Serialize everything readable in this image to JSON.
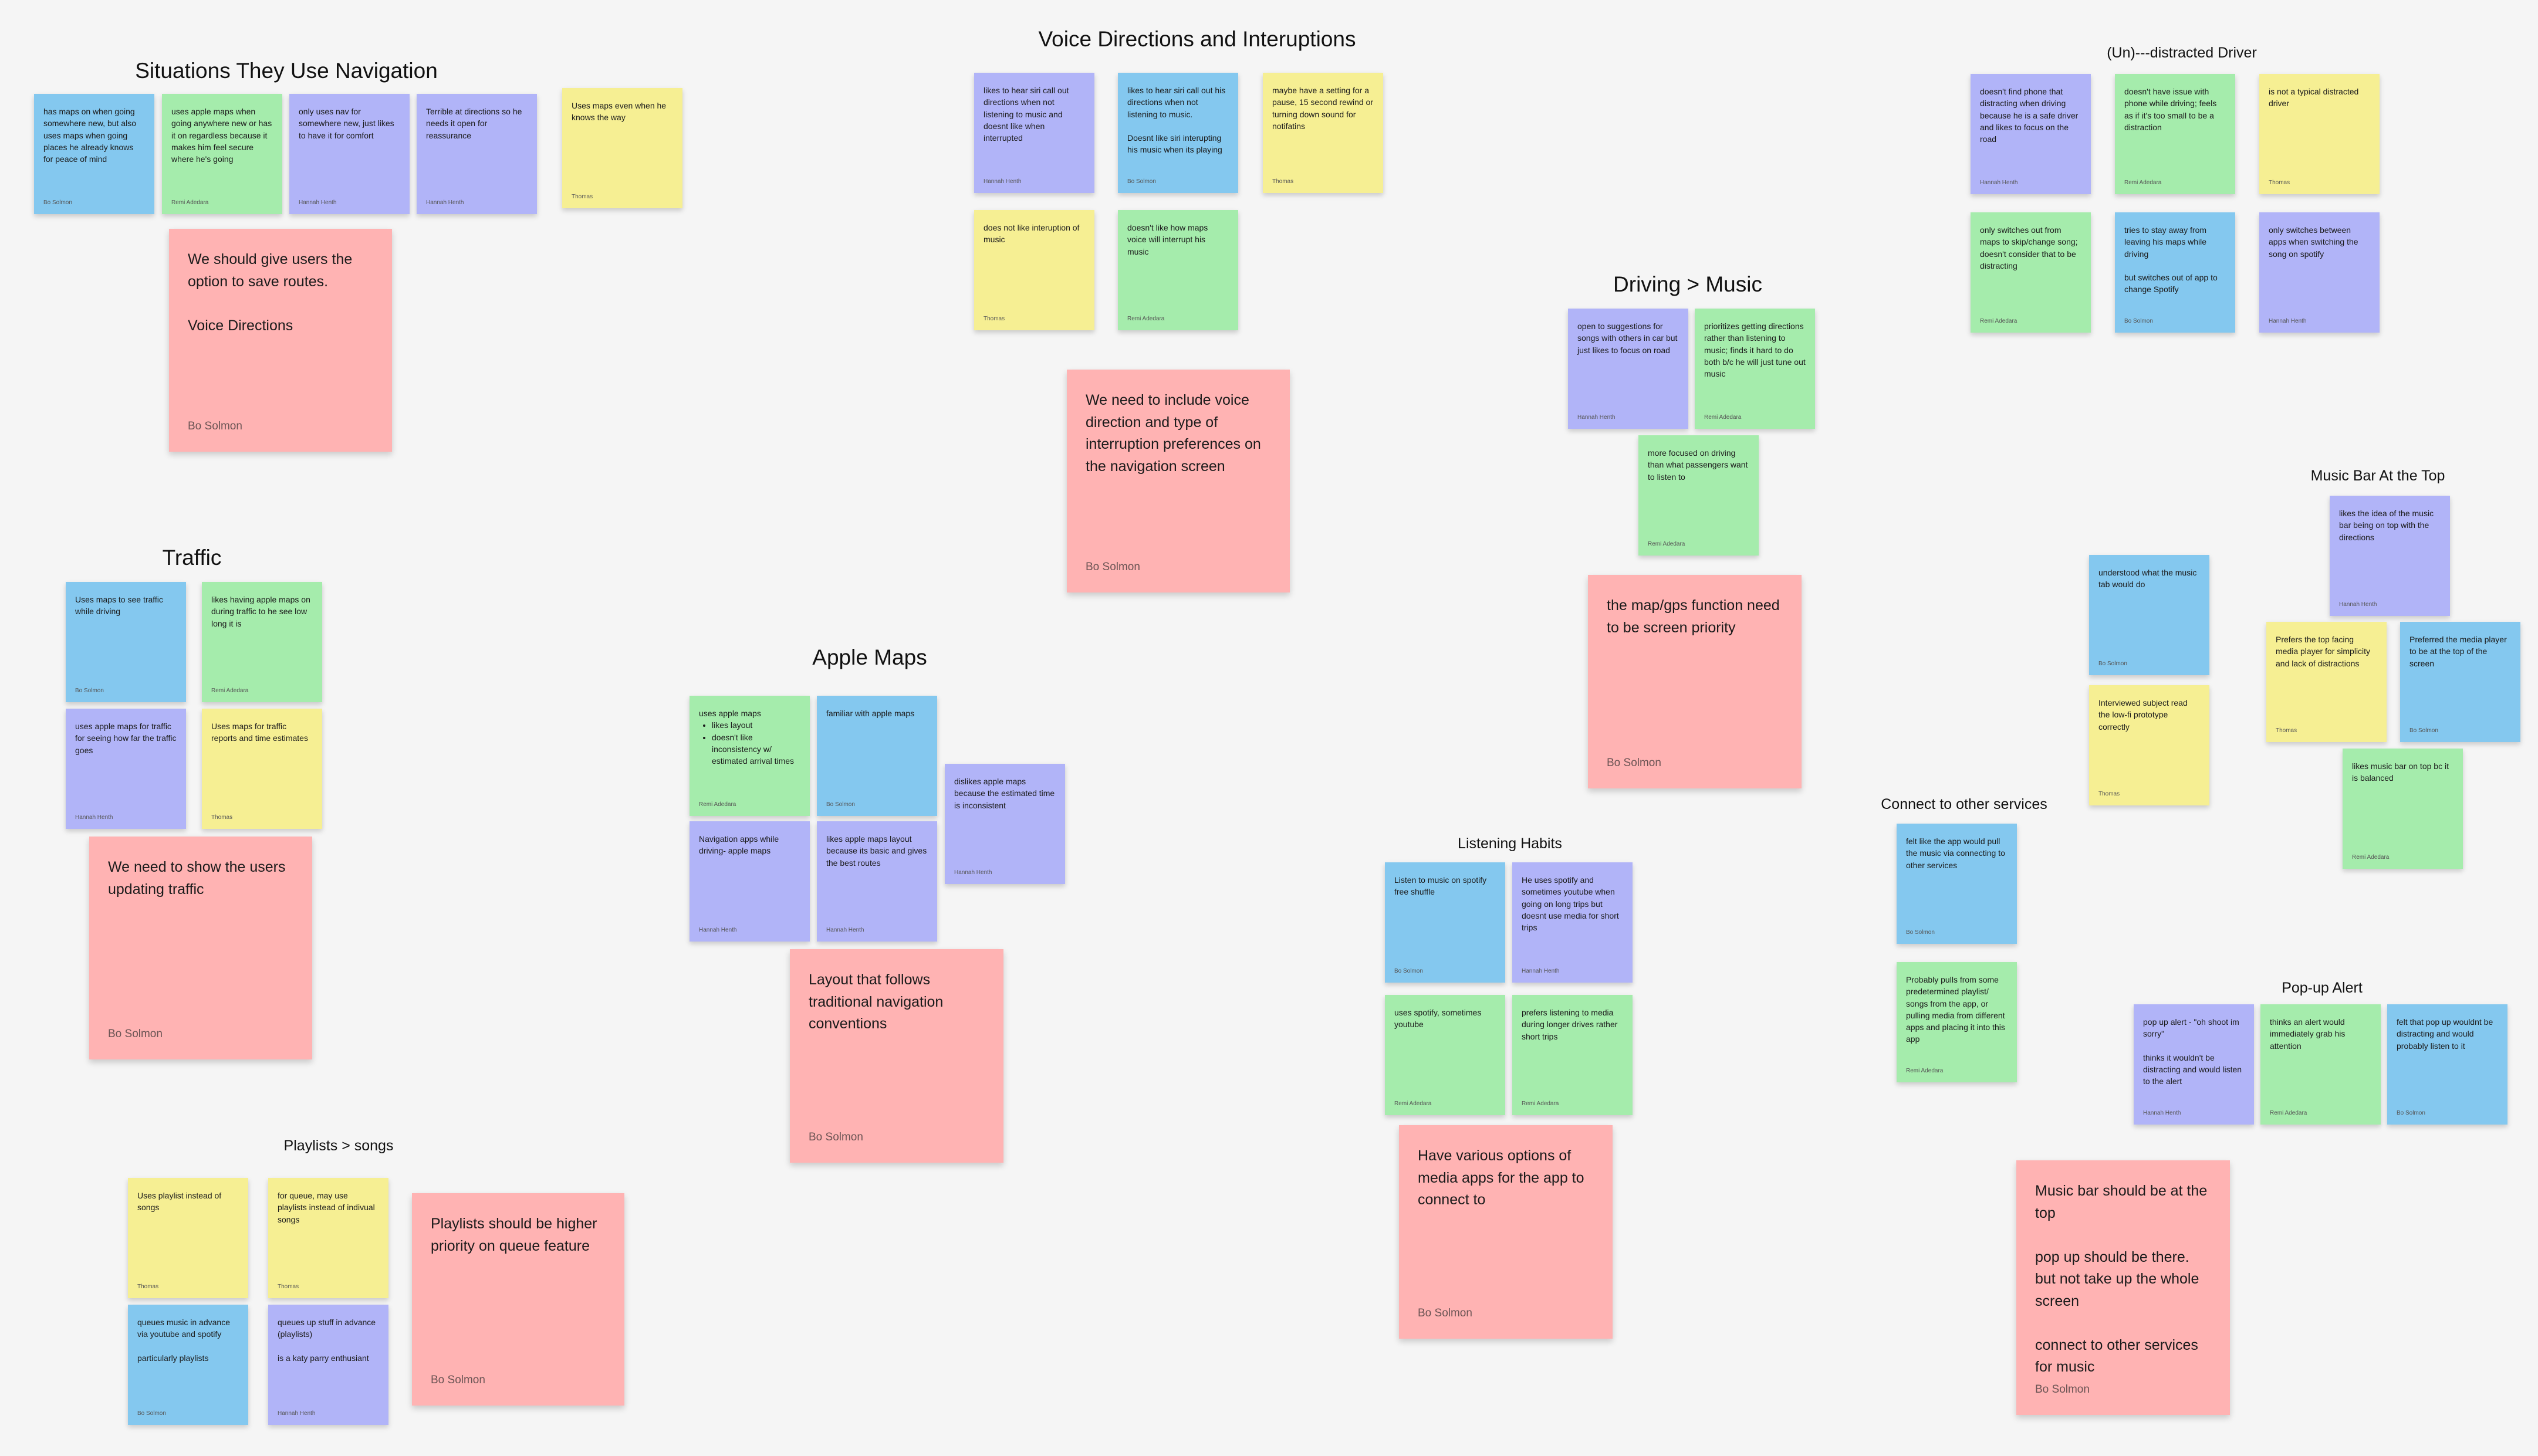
{
  "titles": {
    "situations": "Situations They Use Navigation",
    "voice": "Voice Directions and Interuptions",
    "undistracted": "(Un)---distracted Driver",
    "driving_music": "Driving > Music",
    "music_bar": "Music Bar At the Top",
    "traffic": "Traffic",
    "apple_maps": "Apple Maps",
    "connect": "Connect to other services",
    "listening": "Listening Habits",
    "popup": "Pop-up Alert",
    "playlists": "Playlists > songs"
  },
  "notes": {
    "s1": {
      "text": "has maps on when going somewhere new, but also uses maps when going places he already knows for peace of mind",
      "author": "Bo Solmon"
    },
    "s2": {
      "text": "uses apple maps when going anywhere new or has it on regardless because it makes him feel secure where he's going",
      "author": "Remi Adedara"
    },
    "s3": {
      "text": "only uses nav for somewhere new, just likes to have it for comfort",
      "author": "Hannah Henth"
    },
    "s4": {
      "text": "Terrible at directions so he needs it open for reassurance",
      "author": "Hannah Henth"
    },
    "s5": {
      "text": "Uses maps even when he knows the way",
      "author": "Thomas"
    },
    "v1": {
      "text": "likes to hear siri call out directions when not listening to music and doesnt like when interrupted",
      "author": "Hannah Henth"
    },
    "v2": {
      "text": "likes to hear siri call out his directions when not listening to music.\n\nDoesnt like siri interupting his music when its playing",
      "author": "Bo Solmon"
    },
    "v3": {
      "text": "maybe have a setting for a pause, 15 second rewind or turning down sound for notifatins",
      "author": "Thomas"
    },
    "v4": {
      "text": "does not like interuption of music",
      "author": "Thomas"
    },
    "v5": {
      "text": "doesn't like how maps voice will interrupt his music",
      "author": "Remi Adedara"
    },
    "u1": {
      "text": "doesn't find phone that distracting when driving because he is a safe driver and likes to focus on the road",
      "author": "Hannah Henth"
    },
    "u2": {
      "text": "doesn't have issue with phone while driving; feels as if it's too small to be a distraction",
      "author": "Remi Adedara"
    },
    "u3": {
      "text": "is not a typical distracted driver",
      "author": "Thomas"
    },
    "u4": {
      "text": "only switches out from maps to skip/change song; doesn't consider that to be distracting",
      "author": "Remi Adedara"
    },
    "u5": {
      "text": "tries to stay away from leaving his maps while driving\n\nbut switches out of app to change Spotify",
      "author": "Bo Solmon"
    },
    "u6": {
      "text": "only switches between apps when switching the song on spotify",
      "author": "Hannah Henth"
    },
    "d1": {
      "text": "open to suggestions for songs with others in car but just likes to focus on road",
      "author": "Hannah Henth"
    },
    "d2": {
      "text": "prioritizes getting directions rather than listening to music; finds it hard to do both b/c he will just tune out music",
      "author": "Remi Adedara"
    },
    "d3": {
      "text": "more focused on driving than what passengers want to listen to",
      "author": "Remi Adedara"
    },
    "m1": {
      "text": "likes the idea of the music bar being on top with the directions",
      "author": "Hannah Henth"
    },
    "m2": {
      "text": "understood what the music tab would do",
      "author": "Bo Solmon"
    },
    "m3": {
      "text": "Prefers the top facing media player for simplicity and lack of distractions",
      "author": "Thomas"
    },
    "m4": {
      "text": "Preferred the media player to be at the top of the screen",
      "author": "Bo Solmon"
    },
    "m5": {
      "text": "Interviewed subject read the low-fi prototype correctly",
      "author": "Thomas"
    },
    "m6": {
      "text": "likes music bar on top bc it is balanced",
      "author": "Remi Adedara"
    },
    "t1": {
      "text": "Uses maps to see traffic while driving",
      "author": "Bo Solmon"
    },
    "t2": {
      "text": "likes having apple maps on during traffic to he see low long it is",
      "author": "Remi Adedara"
    },
    "t3": {
      "text": "uses apple maps for traffic for seeing how far the traffic goes",
      "author": "Hannah Henth"
    },
    "t4": {
      "text": "Uses maps for traffic reports and time estimates",
      "author": "Thomas"
    },
    "a1": {
      "text": "uses apple maps",
      "bullets": [
        "likes layout",
        "doesn't like inconsistency w/ estimated arrival times"
      ],
      "author": "Remi Adedara"
    },
    "a2": {
      "text": "familiar with apple maps",
      "author": "Bo Solmon"
    },
    "a3": {
      "text": "dislikes apple maps because the estimated time is inconsistent",
      "author": "Hannah Henth"
    },
    "a4": {
      "text": "Navigation apps while driving- apple maps",
      "author": "Hannah Henth"
    },
    "a5": {
      "text": "likes apple maps layout because its basic and gives the best routes",
      "author": "Hannah Henth"
    },
    "c1": {
      "text": "felt like the app would pull the music via connecting to other services",
      "author": "Bo Solmon"
    },
    "c2": {
      "text": "Probably pulls from some predetermined playlist/ songs from the app, or pulling media from different apps and placing it into this app",
      "author": "Remi Adedara"
    },
    "l1": {
      "text": "Listen to music on spotify free shuffle",
      "author": "Bo Solmon"
    },
    "l2": {
      "text": "He uses spotify and sometimes youtube when going on long trips but doesnt use media for short trips",
      "author": "Hannah Henth"
    },
    "l3": {
      "text": "uses spotify, sometimes youtube",
      "author": "Remi Adedara"
    },
    "l4": {
      "text": "prefers listening to media during longer drives rather short trips",
      "author": "Remi Adedara"
    },
    "p1": {
      "text": "pop up alert - \"oh shoot im sorry\"\n\nthinks it wouldn't be distracting and would listen to the alert",
      "author": "Hannah Henth"
    },
    "p2": {
      "text": "thinks an alert would immediately grab his attention",
      "author": "Remi Adedara"
    },
    "p3": {
      "text": "felt that pop up wouldnt be distracting and would probably listen to it",
      "author": "Bo Solmon"
    },
    "q1": {
      "text": "Uses playlist instead of songs",
      "author": "Thomas"
    },
    "q2": {
      "text": "for queue, may use playlists instead of indivual songs",
      "author": "Thomas"
    },
    "q3": {
      "text": "queues music in advance via youtube and spotify\n\nparticularly playlists",
      "author": "Bo Solmon"
    },
    "q4": {
      "text": "queues up stuff in advance (playlists)\n\nis a katy parry enthusiant",
      "author": "Hannah Henth"
    }
  },
  "big_notes": {
    "b1": {
      "text": "We should give users the option to save routes.\n\nVoice Directions",
      "author": "Bo Solmon"
    },
    "b2": {
      "text": "We need to include voice direction and type of interruption preferences on the navigation screen",
      "author": "Bo Solmon"
    },
    "b3": {
      "text": "the map/gps function need to be screen priority",
      "author": "Bo Solmon"
    },
    "b4": {
      "text": "We need to show the users updating traffic",
      "author": "Bo Solmon"
    },
    "b5": {
      "text": "Layout that follows traditional navigation conventions",
      "author": "Bo Solmon"
    },
    "b6": {
      "text": "Have various options of media apps for the app to connect to",
      "author": "Bo Solmon"
    },
    "b7": {
      "text": "Music bar should be at the top\n\npop up should be there. but not take up the whole screen\n\nconnect to other services for music",
      "author": "Bo Solmon"
    },
    "b8": {
      "text": "Playlists should be higher priority on queue feature",
      "author": "Bo Solmon"
    }
  }
}
